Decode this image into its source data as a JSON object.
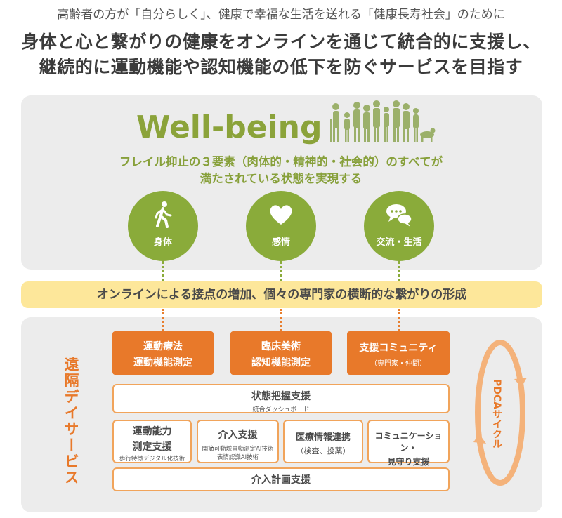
{
  "header": {
    "subtitle": "高齢者の方が「自分らしく」、健康で幸福な生活を送れる「健康長寿社会」のために",
    "line1": "身体と心と繋がりの健康をオンラインを通じて統合的に支援し、",
    "line2": "継続的に運動機能や認知機能の低下を防ぐサービスを目指す"
  },
  "wellbeing": {
    "title": "Well-being",
    "line1": "フレイル抑止の３要素（肉体的・精神的・社会的）のすべてが",
    "line2": "満たされている状態を実現する",
    "circles": [
      {
        "label": "身体",
        "icon": "walking-person-icon"
      },
      {
        "label": "感情",
        "icon": "heart-icon"
      },
      {
        "label": "交流・生活",
        "icon": "chat-bubbles-icon"
      }
    ],
    "colors": {
      "green": "#8aab3a",
      "orange": "#e8792a",
      "yellow": "#fde79a"
    }
  },
  "band": {
    "text": "オンラインによる接点の増加、個々の専門家の横断的な繋がりの形成"
  },
  "service": {
    "side_label": "遠隔デイサービス",
    "cycle_label": "PDCAサイクル",
    "top_boxes": [
      {
        "line1": "運動療法",
        "line2": "運動機能測定"
      },
      {
        "line1": "臨床美術",
        "line2": "認知機能測定"
      },
      {
        "line1": "支援コミュニティ",
        "line2": "（専門家・仲間）"
      }
    ],
    "state": {
      "title": "状態把握支援",
      "sub": "統合ダッシュボード"
    },
    "mid_boxes": [
      {
        "line1": "運動能力",
        "line2": "測定支援",
        "sub": "歩行特徴デジタル化技術"
      },
      {
        "line1": "介入支援",
        "sub1": "関節可動域自動測定AI技術",
        "sub2": "表情認識AI技術"
      },
      {
        "line1": "医療情報連携",
        "line2": "（検査、投薬）"
      },
      {
        "line1": "コミュニケーション・",
        "line2": "見守り支援"
      }
    ],
    "plan": {
      "title": "介入計画支援"
    }
  }
}
